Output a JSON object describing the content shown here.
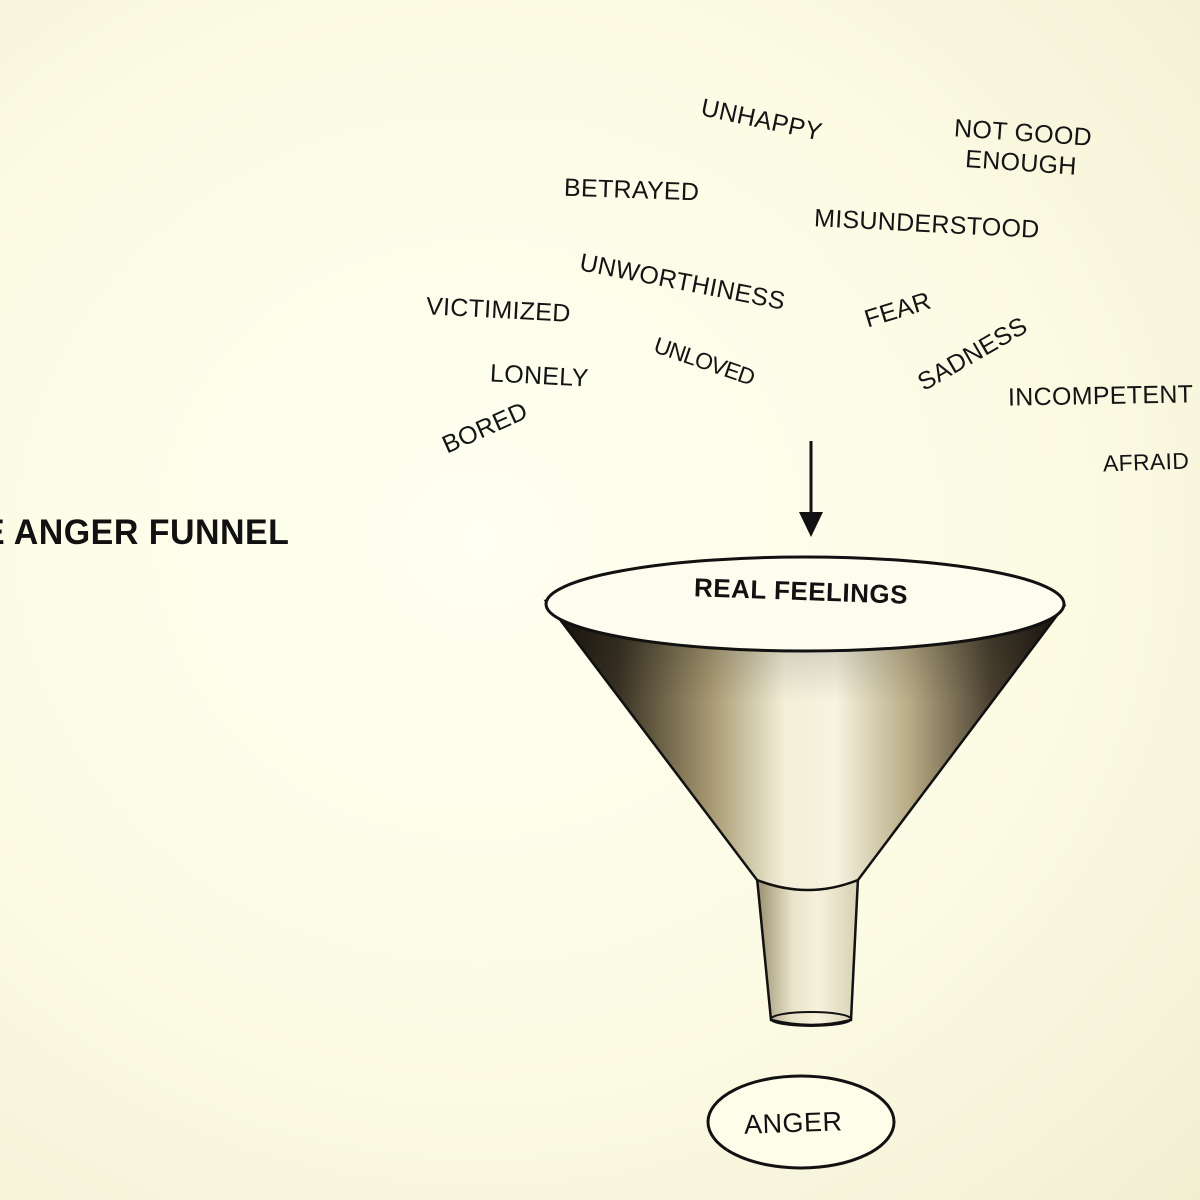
{
  "figure": {
    "title": "E ANGER FUNNEL",
    "feelings": [
      "UNHAPPY",
      "NOT GOOD ENOUGH",
      "BETRAYED",
      "MISUNDERSTOOD",
      "UNWORTHINESS",
      "VICTIMIZED",
      "FEAR",
      "UNLOVED",
      "SADNESS",
      "LONELY",
      "INCOMPETENT",
      "BORED",
      "AFRAID"
    ],
    "funnel_top_label": "REAL FEELINGS",
    "funnel_output_label": "ANGER"
  },
  "colors": {
    "paper": "#fefdea",
    "ink": "#111111",
    "funnel_dark": "#2a2418",
    "funnel_light": "#fbfae6"
  }
}
